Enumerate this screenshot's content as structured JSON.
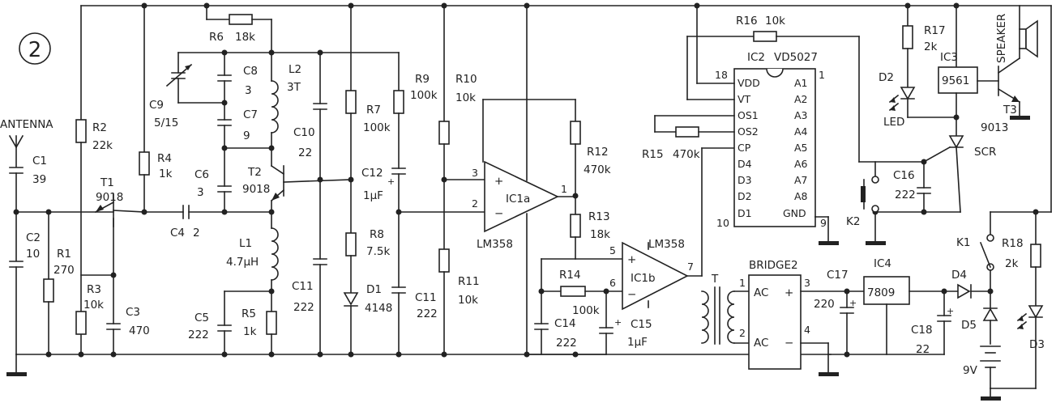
{
  "figure": {
    "number": "2"
  },
  "antenna": {
    "label": "ANTENNA"
  },
  "capacitors": {
    "c1": {
      "name": "C1",
      "value": "39"
    },
    "c2": {
      "name": "C2",
      "value": "10"
    },
    "c3": {
      "name": "C3",
      "value": "470"
    },
    "c4": {
      "name": "C4",
      "value": "2"
    },
    "c5": {
      "name": "C5",
      "value": "222"
    },
    "c6": {
      "name": "C6",
      "value": "3"
    },
    "c7": {
      "name": "C7",
      "value": "9"
    },
    "c8": {
      "name": "C8",
      "value": "3"
    },
    "c9": {
      "name": "C9",
      "value": "5/15"
    },
    "c10": {
      "name": "C10",
      "value": "22"
    },
    "c11a": {
      "name": "C11",
      "value": "222"
    },
    "c11b": {
      "name": "C11",
      "value": "222"
    },
    "c12": {
      "name": "C12",
      "value": "1μF"
    },
    "c14": {
      "name": "C14",
      "value": "222"
    },
    "c15": {
      "name": "C15",
      "value": "1μF"
    },
    "c16": {
      "name": "C16",
      "value": "222"
    },
    "c17": {
      "name": "C17",
      "value": "220"
    },
    "c18": {
      "name": "C18",
      "value": "22"
    }
  },
  "resistors": {
    "r1": {
      "name": "R1",
      "value": "270"
    },
    "r2": {
      "name": "R2",
      "value": "22k"
    },
    "r3": {
      "name": "R3",
      "value": "10k"
    },
    "r4": {
      "name": "R4",
      "value": "1k"
    },
    "r5": {
      "name": "R5",
      "value": "1k"
    },
    "r6": {
      "name": "R6",
      "value": "18k"
    },
    "r7": {
      "name": "R7",
      "value": "100k"
    },
    "r8": {
      "name": "R8",
      "value": "7.5k"
    },
    "r9": {
      "name": "R9",
      "value": "100k"
    },
    "r10": {
      "name": "R10",
      "value": "10k"
    },
    "r11": {
      "name": "R11",
      "value": "10k"
    },
    "r12": {
      "name": "R12",
      "value": "470k"
    },
    "r13": {
      "name": "R13",
      "value": "18k"
    },
    "r14": {
      "name": "R14",
      "value": "100k"
    },
    "r15": {
      "name": "R15",
      "value": "470k"
    },
    "r16": {
      "name": "R16",
      "value": "10k"
    },
    "r17": {
      "name": "R17",
      "value": "2k"
    },
    "r18": {
      "name": "R18",
      "value": "2k"
    }
  },
  "inductors": {
    "l1": {
      "name": "L1",
      "value": "4.7μH"
    },
    "l2": {
      "name": "L2",
      "value": "3T"
    }
  },
  "transistors": {
    "t1": {
      "name": "T1",
      "value": "9018"
    },
    "t2": {
      "name": "T2",
      "value": "9018"
    },
    "t3": {
      "name": "T3",
      "value": "9013"
    }
  },
  "diodes": {
    "d1": {
      "name": "D1",
      "value": "4148"
    },
    "d2": {
      "name": "D2"
    },
    "d2_led": "LED",
    "d3": {
      "name": "D3"
    },
    "d4": {
      "name": "D4"
    },
    "d5": {
      "name": "D5"
    }
  },
  "opamps": {
    "ic1a": {
      "name": "IC1a",
      "part": "LM358",
      "pin_plus": "3",
      "pin_minus": "2",
      "pin_out": "1",
      "plus": "+",
      "minus": "−"
    },
    "ic1b": {
      "name": "IC1b",
      "part": "LM358",
      "pin_plus": "5",
      "pin_minus": "6",
      "pin_out": "7",
      "plus": "+",
      "minus": "−"
    }
  },
  "ic2": {
    "name": "IC2",
    "part": "VD5027",
    "left_pins": [
      "VDD",
      "VT",
      "OS1",
      "OS2",
      "CP",
      "D4",
      "D3",
      "D2",
      "D1"
    ],
    "right_pins": [
      "A1",
      "A2",
      "A3",
      "A4",
      "A5",
      "A6",
      "A7",
      "A8",
      "GND"
    ],
    "pin_numbers": {
      "vdd": "18",
      "d1": "10",
      "a1": "1",
      "gnd": "9"
    }
  },
  "ic3": {
    "name": "IC3",
    "part": "9561"
  },
  "ic4": {
    "name": "IC4",
    "part": "7809"
  },
  "bridge": {
    "name": "BRIDGE2",
    "ac1": "AC",
    "ac2": "AC",
    "plus": "+",
    "minus": "−",
    "pin1": "1",
    "pin2": "2",
    "pin3": "3",
    "pin4": "4"
  },
  "transformer": {
    "name": "T"
  },
  "scr": {
    "name": "SCR"
  },
  "speaker": {
    "name": "SPEAKER"
  },
  "switches": {
    "k1": "K1",
    "k2": "K2"
  },
  "battery": {
    "value": "9V"
  }
}
